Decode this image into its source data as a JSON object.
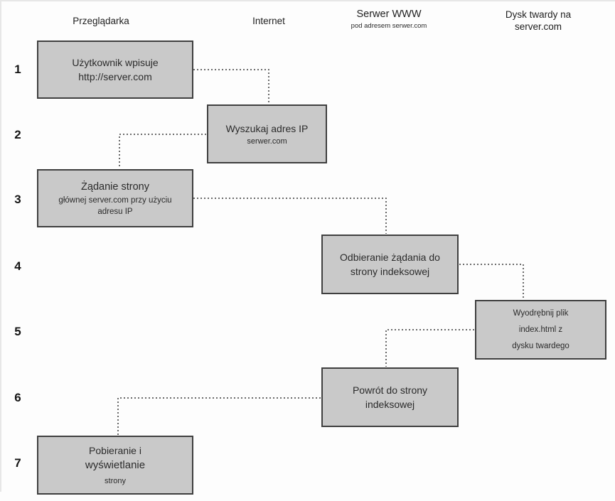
{
  "diagram": {
    "columns": [
      {
        "title": "Przeglądarka"
      },
      {
        "title": "Internet"
      },
      {
        "title": "Serwer WWW",
        "subtitle": "pod adresem serwer.com"
      },
      {
        "title": "Dysk twardy na",
        "subtitle": "server.com"
      }
    ],
    "row_numbers": [
      "1",
      "2",
      "3",
      "4",
      "5",
      "6",
      "7"
    ],
    "boxes": [
      {
        "row": "1",
        "column": "Przeglądarka",
        "lines": [
          "Użytkownik wpisuje",
          "http://server.com"
        ]
      },
      {
        "row": "2",
        "column": "Internet",
        "lines": [
          "Wyszukaj adres IP",
          "serwer.com"
        ]
      },
      {
        "row": "3",
        "column": "Przeglądarka",
        "lines": [
          "Żądanie strony",
          "głównej server.com przy użyciu",
          "adresu IP"
        ]
      },
      {
        "row": "4",
        "column": "Serwer WWW",
        "lines": [
          "Odbieranie żądania do",
          "strony indeksowej"
        ]
      },
      {
        "row": "5",
        "column": "Dysk twardy na server.com",
        "lines": [
          "Wyodrębnij plik",
          "index.html z",
          "dysku twardego"
        ]
      },
      {
        "row": "6",
        "column": "Serwer WWW",
        "lines": [
          "Powrót do strony",
          "indeksowej"
        ]
      },
      {
        "row": "7",
        "column": "Przeglądarka",
        "lines": [
          "Pobieranie i",
          "wyświetlanie",
          "strony"
        ]
      }
    ],
    "colors": {
      "box_fill": "#c9c9c9",
      "box_border": "#3f3f3f",
      "connector": "#3a3a3a",
      "text": "#2b2b2b",
      "background": "#fdfdfd"
    }
  }
}
